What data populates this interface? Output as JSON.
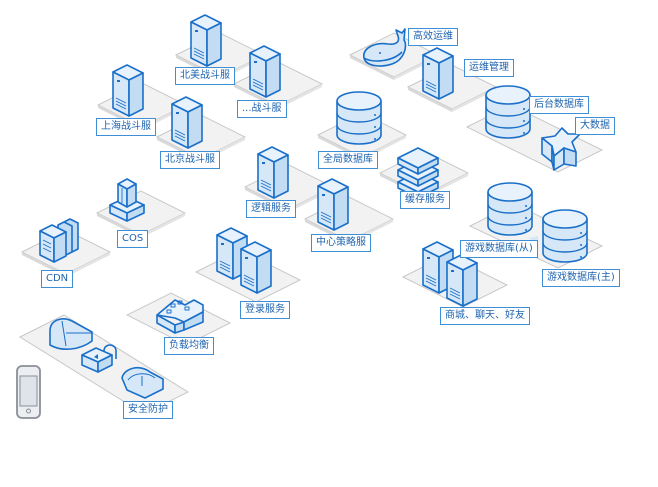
{
  "diagram": {
    "title": "",
    "colors": {
      "stroke": "#1a6fc9",
      "fill_light": "#d6e8f8",
      "fill_mid": "#b9d6f1",
      "platform_fill": "#f2f2f2",
      "platform_stroke": "#c8c8c8",
      "label_border": "#3f8fd6",
      "label_text": "#1f64b0",
      "phone_stroke": "#8a8f98"
    },
    "nodes": [
      {
        "id": "na-battle",
        "label": "北美战斗服",
        "icon": "server-icon"
      },
      {
        "id": "other-battle",
        "label": "...战斗服",
        "icon": "server-icon"
      },
      {
        "id": "sh-battle",
        "label": "上海战斗服",
        "icon": "server-icon"
      },
      {
        "id": "bj-battle",
        "label": "北京战斗服",
        "icon": "server-icon"
      },
      {
        "id": "ops-efficient",
        "label": "高效运维",
        "icon": "whale-icon"
      },
      {
        "id": "ops-manage",
        "label": "运维管理",
        "icon": "server-icon"
      },
      {
        "id": "global-db",
        "label": "全局数据库",
        "icon": "database-icon"
      },
      {
        "id": "backend-db",
        "label": "后台数据库",
        "icon": "database-icon"
      },
      {
        "id": "big-data",
        "label": "大数据",
        "icon": "star-block-icon"
      },
      {
        "id": "logic-service",
        "label": "逻辑服务",
        "icon": "server-icon"
      },
      {
        "id": "cache-service",
        "label": "缓存服务",
        "icon": "stacked-layers-icon"
      },
      {
        "id": "center-strategy",
        "label": "中心策略服",
        "icon": "server-icon"
      },
      {
        "id": "cos",
        "label": "COS",
        "icon": "storage-tower-icon"
      },
      {
        "id": "cdn",
        "label": "CDN",
        "icon": "book-stack-icon"
      },
      {
        "id": "login-service",
        "label": "登录服务",
        "icon": "server-pair-icon"
      },
      {
        "id": "game-db-slave",
        "label": "游戏数据库(从)",
        "icon": "database-icon"
      },
      {
        "id": "game-db-master",
        "label": "游戏数据库(主)",
        "icon": "database-icon"
      },
      {
        "id": "mall-chat-friends",
        "label": "商城、聊天、好友",
        "icon": "server-pair-icon"
      },
      {
        "id": "load-balance",
        "label": "负载均衡",
        "icon": "network-block-icon"
      },
      {
        "id": "security",
        "label": "安全防护",
        "icon": "shield-block-icon"
      },
      {
        "id": "mobile-client",
        "label": "",
        "icon": "phone-icon"
      }
    ]
  }
}
